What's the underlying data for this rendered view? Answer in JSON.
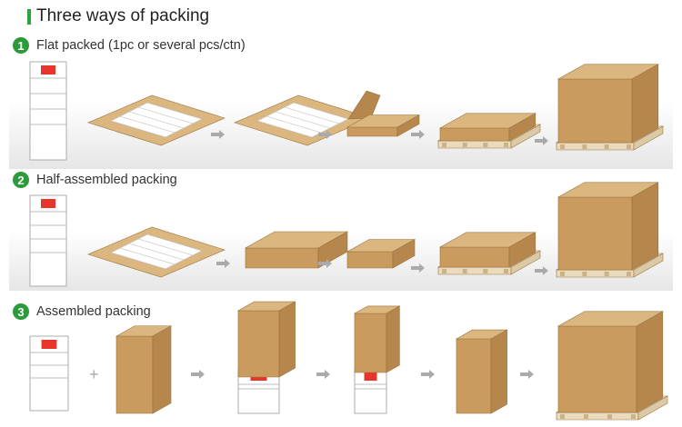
{
  "title": "Three ways of packing",
  "rows": [
    {
      "number": "1",
      "label": "Flat packed (1pc or several pcs/ctn)"
    },
    {
      "number": "2",
      "label": "Half-assembled packing"
    },
    {
      "number": "3",
      "label": "Assembled packing"
    }
  ],
  "colors": {
    "accent": "#2aa43a",
    "cardboard_top": "#dcb67f",
    "cardboard_front": "#c99b5e",
    "cardboard_side": "#b5874c",
    "arrow": "#aaaaaa",
    "logo": "#e8342a"
  }
}
